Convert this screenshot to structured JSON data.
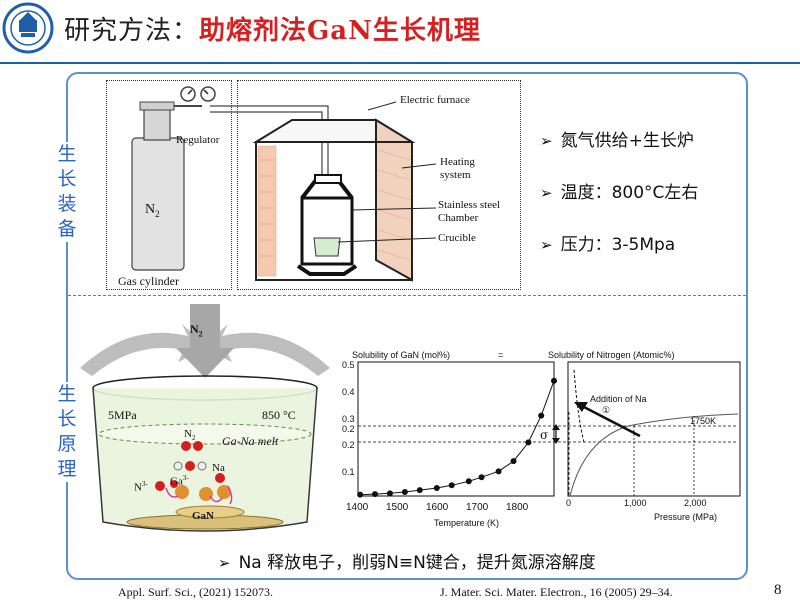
{
  "header": {
    "title_main": "研究方法：",
    "title_highlight": "助熔剂法GaN生长机理",
    "logo_icon": "university-seal-icon"
  },
  "sections": {
    "equipment_label": "生长装备",
    "principle_label": "生长原理"
  },
  "apparatus": {
    "regulator": "Regulator",
    "electric_furnace": "Electric furnace",
    "heating_system_1": "Heating",
    "heating_system_2": "system",
    "chamber_1": "Stainless steel",
    "chamber_2": "Chamber",
    "crucible": "Crucible",
    "gas_cylinder": "Gas cylinder",
    "cylinder_gas": "N",
    "cylinder_gas_sub": "2"
  },
  "bullets": [
    {
      "text": "氮气供给+生长炉"
    },
    {
      "text": "温度：800°C左右"
    },
    {
      "text": "压力：3-5Mpa"
    }
  ],
  "principle": {
    "n2_arrow": "N",
    "n2_arrow_sub": "2",
    "pressure": "5MPa",
    "temperature": "850 °C",
    "melt": "Ga-Na melt",
    "n2_mol": "N",
    "n2_mol_sub": "2",
    "na": "Na",
    "ga": "Ga",
    "ga_sup": "3-",
    "n": "N",
    "n_sup": "3-",
    "gan": "GaN"
  },
  "chart_data": [
    {
      "type": "scatter",
      "title": "Solubility of GaN (mol%)",
      "xlabel": "Temperature (K)",
      "ylabel": "",
      "xlim": [
        1370,
        1830
      ],
      "ylim": [
        0,
        0.5
      ],
      "x_ticks": [
        "1400",
        "1500",
        "1600",
        "1700",
        "1800"
      ],
      "y_ticks": [
        "0.5",
        "0.4",
        "0.3",
        "0.2",
        "0.2",
        "0.1"
      ],
      "x": [
        1375,
        1410,
        1445,
        1480,
        1515,
        1555,
        1590,
        1630,
        1660,
        1700,
        1735,
        1770,
        1800,
        1830
      ],
      "y": [
        0.005,
        0.007,
        0.01,
        0.015,
        0.022,
        0.03,
        0.04,
        0.055,
        0.07,
        0.092,
        0.13,
        0.2,
        0.3,
        0.43
      ],
      "annotation": "σ",
      "equals_sign": "="
    },
    {
      "type": "line",
      "title": "Solubility of Nitrogen (Atomic%)",
      "xlabel": "Pressure (MPa)",
      "x_ticks": [
        "0",
        "1,000",
        "2,000"
      ],
      "annotation_1": "Addition of Na",
      "annotation_2": "①",
      "curve_label": "1750K"
    }
  ],
  "footer": {
    "ref_left": "Appl. Surf. Sci., (2021) 152073.",
    "ref_right": "J. Mater. Sci. Mater. Electron., 16 (2005) 29–34.",
    "page_number": "8"
  },
  "bottom_bullet": "Na 释放电子，削弱N≡N键合，提升氮源溶解度",
  "colors": {
    "accent_blue": "#2a64c8",
    "title_red": "#d42020",
    "frame_blue": "#5b8fd0"
  }
}
